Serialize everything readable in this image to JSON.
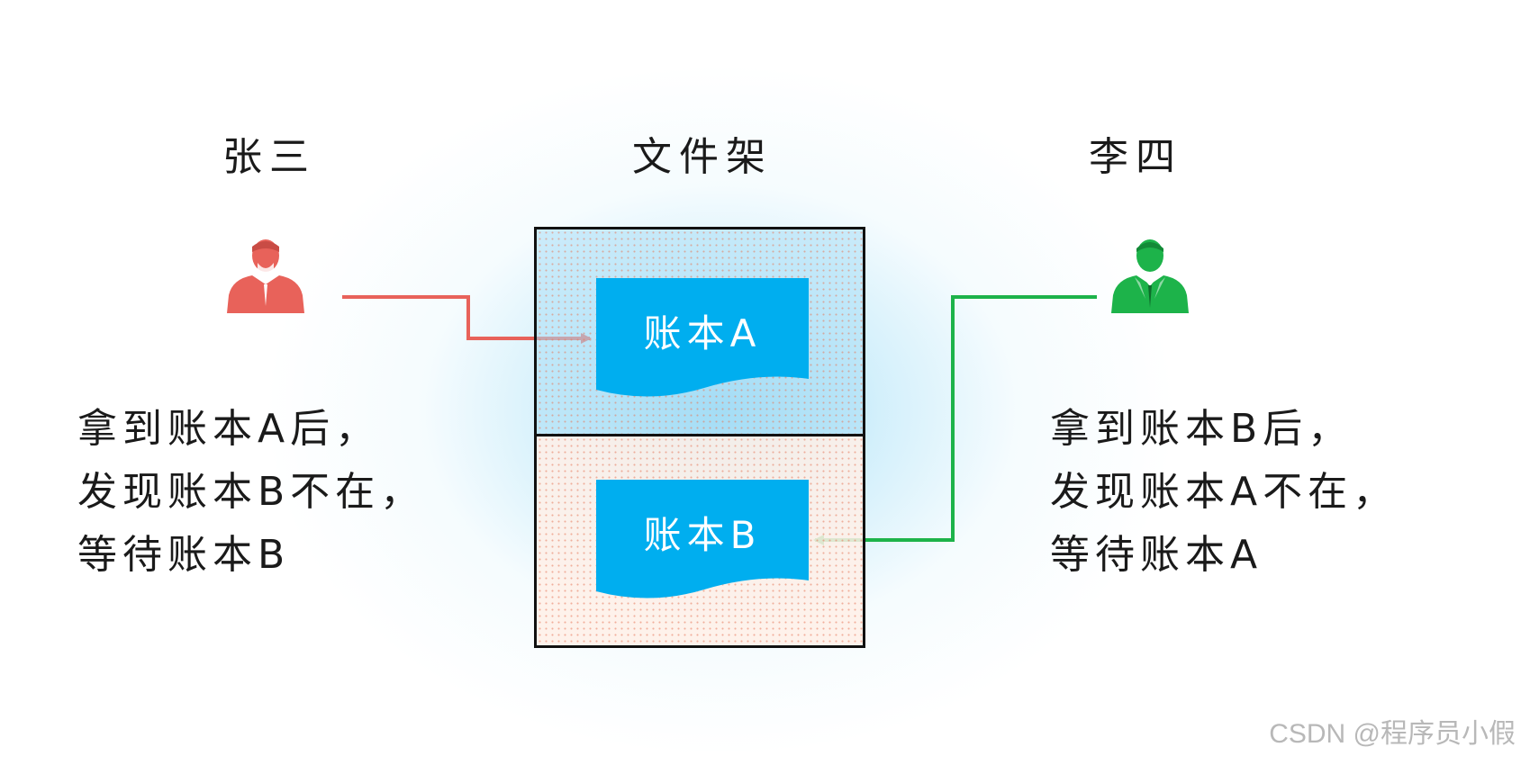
{
  "left_person": {
    "name": "张三",
    "icon": "person-red-icon",
    "color": "#e8625a",
    "lines": [
      "拿到账本A后，",
      "发现账本B不在，",
      "等待账本B"
    ]
  },
  "shelf": {
    "title": "文件架",
    "book_a": "账本A",
    "book_b": "账本B",
    "book_color": "#00aeef"
  },
  "right_person": {
    "name": "李四",
    "icon": "person-green-icon",
    "color": "#1db34a",
    "lines": [
      "拿到账本B后，",
      "发现账本A不在，",
      "等待账本A"
    ]
  },
  "watermark": "CSDN @程序员小假"
}
